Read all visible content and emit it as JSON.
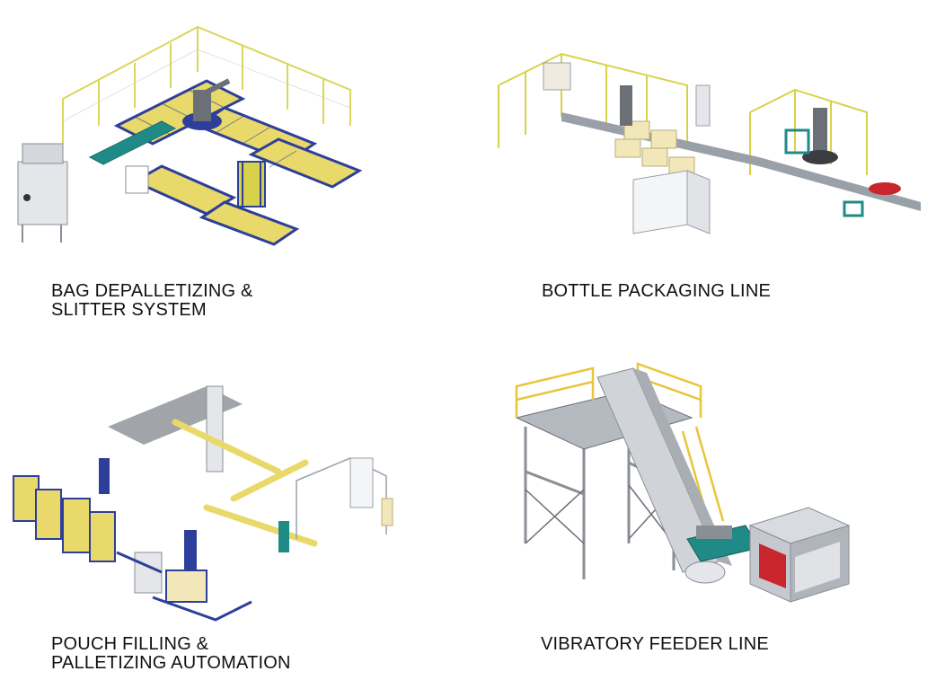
{
  "panels": [
    {
      "id": "bag-depalletizing",
      "caption_lines": [
        "BAG DEPALLETIZING &",
        "SLITTER SYSTEM"
      ]
    },
    {
      "id": "bottle-packaging",
      "caption_lines": [
        "BOTTLE PACKAGING LINE"
      ]
    },
    {
      "id": "pouch-filling",
      "caption_lines": [
        "POUCH FILLING &",
        "PALLETIZING AUTOMATION"
      ]
    },
    {
      "id": "vibratory-feeder",
      "caption_lines": [
        "VIBRATORY FEEDER LINE"
      ]
    }
  ],
  "colors": {
    "frame_blue": "#2d3f9a",
    "fence_yellow": "#d8d24a",
    "roller_yellow": "#e8d96a",
    "teal": "#1f8a86",
    "grey": "#c9ccd1",
    "dark_grey": "#6b6f76",
    "red": "#c8262c",
    "box_tan": "#f1e7b8",
    "caption": "#111111"
  }
}
